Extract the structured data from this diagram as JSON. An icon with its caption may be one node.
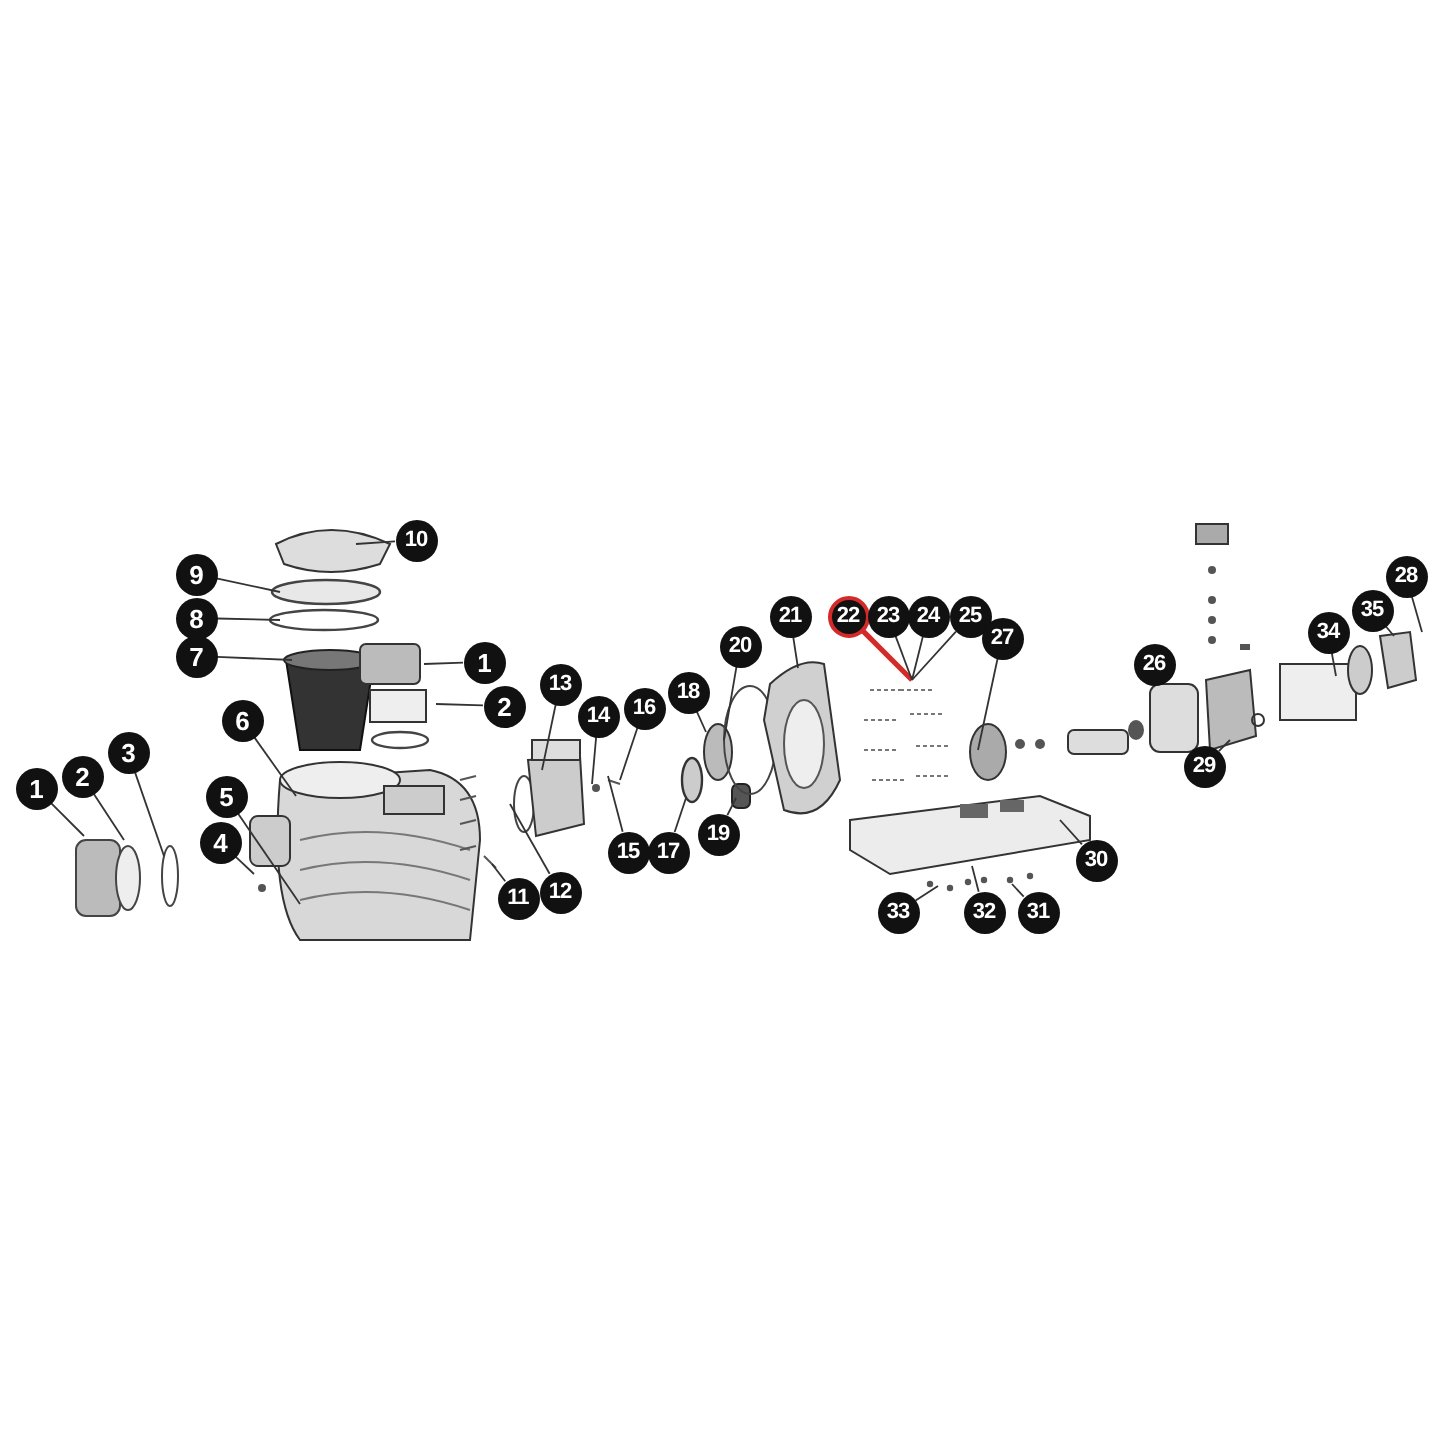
{
  "diagram": {
    "nodes": [
      {
        "text": [
          "1"
        ]
      },
      {
        "text": [
          "2"
        ]
      },
      {
        "text": [
          "3"
        ]
      },
      {
        "text": [
          "4"
        ]
      },
      {
        "text": [
          "5"
        ]
      },
      {
        "text": [
          "6"
        ]
      },
      {
        "text": [
          "7"
        ]
      },
      {
        "text": [
          "8"
        ]
      },
      {
        "text": [
          "9"
        ]
      },
      {
        "text": [
          "10"
        ]
      },
      {
        "text": [
          "1"
        ]
      },
      {
        "text": [
          "2"
        ]
      },
      {
        "text": [
          "11"
        ]
      },
      {
        "text": [
          "12"
        ]
      },
      {
        "text": [
          "13"
        ]
      },
      {
        "text": [
          "14"
        ]
      },
      {
        "text": [
          "15"
        ]
      },
      {
        "text": [
          "16"
        ]
      },
      {
        "text": [
          "17"
        ]
      },
      {
        "text": [
          "18"
        ]
      },
      {
        "text": [
          "19"
        ]
      },
      {
        "text": [
          "20"
        ]
      },
      {
        "text": [
          "21"
        ]
      },
      {
        "text": [
          "22"
        ]
      },
      {
        "text": [
          "23"
        ]
      },
      {
        "text": [
          "24"
        ]
      },
      {
        "text": [
          "25"
        ]
      },
      {
        "text": [
          "26"
        ]
      },
      {
        "text": [
          "27"
        ]
      },
      {
        "text": [
          "28"
        ]
      },
      {
        "text": [
          "29"
        ]
      },
      {
        "text": [
          "30"
        ]
      },
      {
        "text": [
          "31"
        ]
      },
      {
        "text": [
          "32"
        ]
      },
      {
        "text": [
          "33"
        ]
      },
      {
        "text": [
          "34"
        ]
      },
      {
        "text": [
          "35"
        ]
      },
      {
        "text": [],
        "shape": "circle"
      }
    ],
    "edges": [
      {
        "from": 0,
        "to": null,
        "arrow": "none"
      },
      {
        "from": 1,
        "to": null,
        "arrow": "none"
      },
      {
        "from": 2,
        "to": null,
        "arrow": "none"
      },
      {
        "from": 3,
        "to": null,
        "arrow": "none"
      },
      {
        "from": 4,
        "to": null,
        "arrow": "none"
      },
      {
        "from": 5,
        "to": null,
        "arrow": "none"
      },
      {
        "from": 6,
        "to": null,
        "arrow": "none"
      },
      {
        "from": 7,
        "to": null,
        "arrow": "none"
      },
      {
        "from": 8,
        "to": null,
        "arrow": "none"
      },
      {
        "from": 9,
        "to": null,
        "arrow": "none"
      },
      {
        "from": 10,
        "to": null,
        "arrow": "none"
      },
      {
        "from": 11,
        "to": null,
        "arrow": "none"
      },
      {
        "from": 12,
        "to": null,
        "arrow": "none"
      },
      {
        "from": 13,
        "to": null,
        "arrow": "none"
      },
      {
        "from": 14,
        "to": null,
        "arrow": "none"
      },
      {
        "from": 15,
        "to": null,
        "arrow": "none"
      },
      {
        "from": 16,
        "to": null,
        "arrow": "none"
      },
      {
        "from": 17,
        "to": null,
        "arrow": "none"
      },
      {
        "from": 18,
        "to": 37,
        "arrow": "none"
      },
      {
        "from": 19,
        "to": null,
        "arrow": "none"
      },
      {
        "from": 20,
        "to": null,
        "arrow": "none"
      },
      {
        "from": 21,
        "to": null,
        "arrow": "none"
      },
      {
        "from": 22,
        "to": null,
        "arrow": "none"
      },
      {
        "from": 23,
        "to": null,
        "arrow": "none",
        "style": "thick",
        "color": "#d42a2a"
      },
      {
        "from": 24,
        "to": null,
        "arrow": "none"
      },
      {
        "from": 25,
        "to": null,
        "arrow": "none"
      },
      {
        "from": 26,
        "to": null,
        "arrow": "none"
      },
      {
        "from": 28,
        "to": null,
        "arrow": "none"
      },
      {
        "from": 29,
        "to": null,
        "arrow": "none"
      },
      {
        "from": 30,
        "to": null,
        "arrow": "none"
      },
      {
        "from": 31,
        "to": null,
        "arrow": "none"
      },
      {
        "from": 32,
        "to": null,
        "arrow": "none"
      },
      {
        "from": 33,
        "to": null,
        "arrow": "none"
      },
      {
        "from": 34,
        "to": null,
        "arrow": "none"
      },
      {
        "from": 35,
        "to": null,
        "arrow": "none"
      },
      {
        "from": 36,
        "to": null,
        "arrow": "none"
      }
    ]
  }
}
